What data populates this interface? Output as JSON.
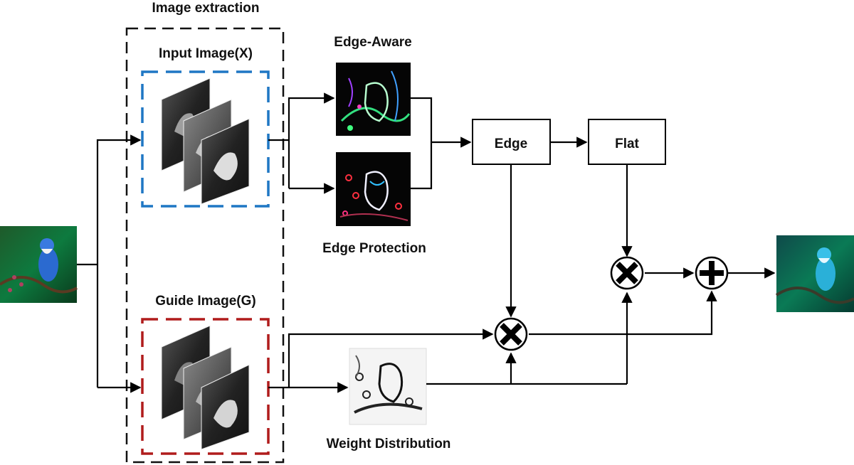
{
  "labels": {
    "image_extraction": "Image extraction",
    "input_image": "Input Image(X)",
    "guide_image": "Guide Image(G)",
    "edge_aware": "Edge-Aware",
    "edge_protection": "Edge Protection",
    "weight_distribution": "Weight Distribution",
    "edge_box": "Edge",
    "flat_box": "Flat"
  },
  "colors": {
    "input_frame": "#1f77c4",
    "guide_frame": "#b01c1c",
    "outer_frame": "#111111",
    "wire": "#000000"
  },
  "icons": {
    "multiply": "circled-x-icon",
    "add": "circled-plus-icon"
  }
}
